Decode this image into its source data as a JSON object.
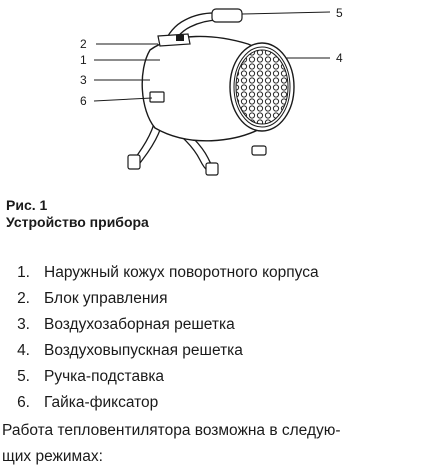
{
  "figure": {
    "callouts": [
      "5",
      "2",
      "1",
      "4",
      "3",
      "6"
    ]
  },
  "caption": {
    "number": "Рис. 1",
    "title": "Устройство прибора"
  },
  "parts": [
    {
      "num": "1.",
      "text": "Наружный кожух поворотного корпуса"
    },
    {
      "num": "2.",
      "text": "Блок управления"
    },
    {
      "num": "3.",
      "text": "Воздухозаборная решетка"
    },
    {
      "num": "4.",
      "text": "Воздуховыпускная решетка"
    },
    {
      "num": "5.",
      "text": "Ручка-подставка"
    },
    {
      "num": "6.",
      "text": "Гайка-фиксатор"
    }
  ],
  "paragraph": {
    "line1": "Работа тепловентилятора возможна в следую-",
    "line2": "щих режимах:"
  }
}
